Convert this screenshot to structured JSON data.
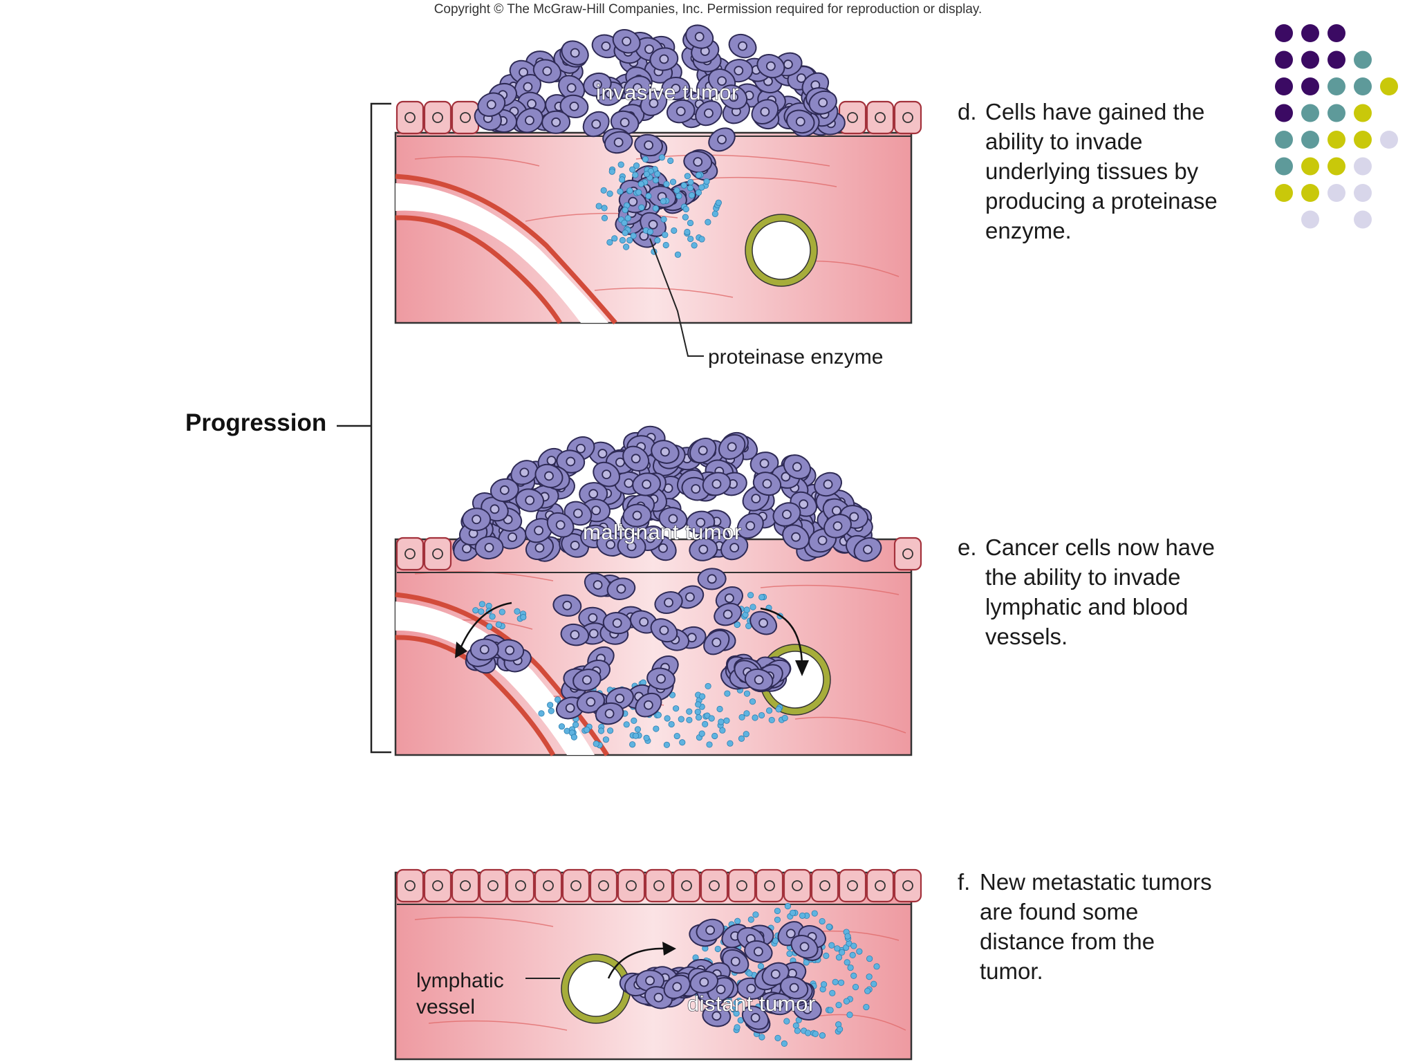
{
  "copyright": "Copyright © The McGraw-Hill Companies, Inc. Permission required for reproduction or display.",
  "bracket_label": "Progression",
  "panels": [
    {
      "tag": "d.",
      "text": "Cells have gained the\nability to invade\nunderlying tissues by\nproducing a proteinase\nenzyme.",
      "tumor_label": "invasive tumor",
      "callout_label": "proteinase enzyme"
    },
    {
      "tag": "e.",
      "text": "Cancer cells now have\nthe ability to invade\nlymphatic and blood\nvessels.",
      "tumor_label": "malignant tumor"
    },
    {
      "tag": "f.",
      "text": "New metastatic tumors\nare found some\ndistance from the\ntumor.",
      "tumor_label": "distant tumor",
      "callout_label": "lymphatic\nvessel"
    }
  ],
  "colors": {
    "tissue": "#f2b3b8",
    "epithelium": "#f4c2c6",
    "cell_outline": "#a3313b",
    "tumor_cell": "#8c87c4",
    "tumor_outline": "#2e2a55",
    "enzyme_dot": "#5fb3e0",
    "lymph_ring": "#a6ad3a",
    "blood_vessel": "#d24b3a",
    "decor_purple": "#3b0a63",
    "decor_teal": "#5e9a9a",
    "decor_yellow": "#c9c80a",
    "decor_lavender": "#d8d6ea"
  }
}
